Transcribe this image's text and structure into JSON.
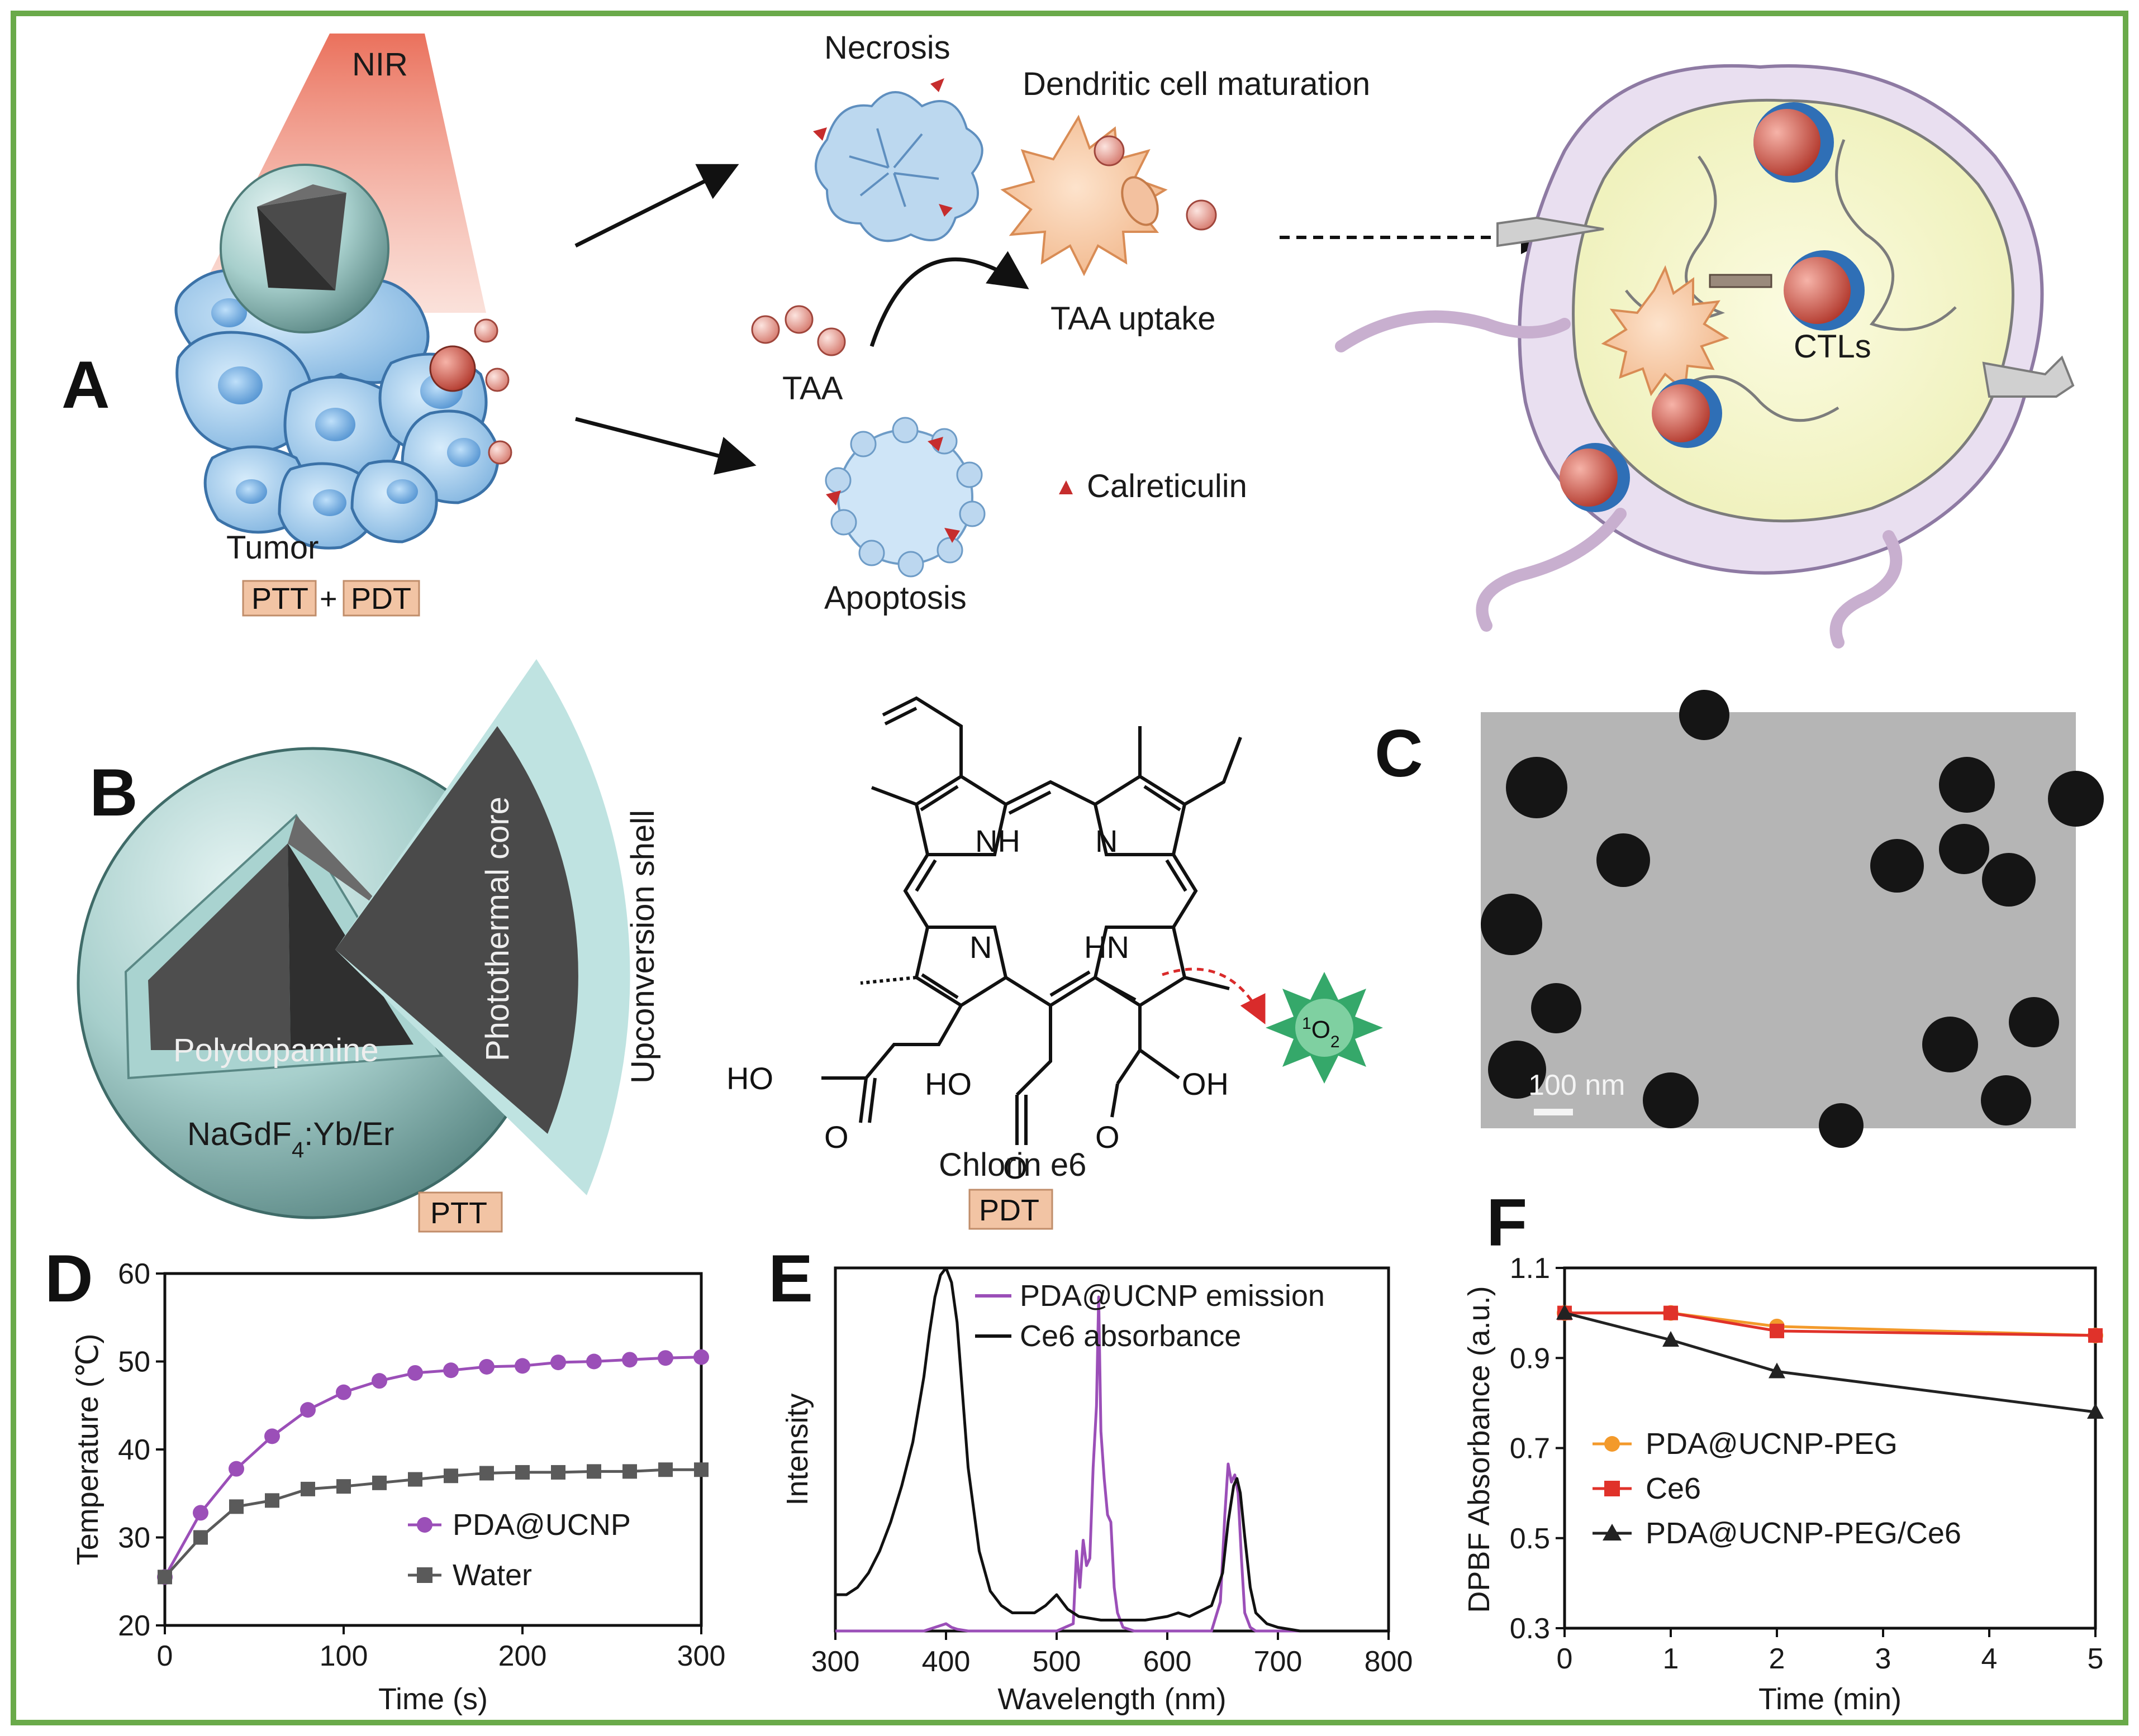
{
  "panels": {
    "A": {
      "letter": "A",
      "nir": "NIR",
      "tumor": "Tumor",
      "ptt": "PTT",
      "plus": "+",
      "pdt": "PDT",
      "necrosis": "Necrosis",
      "dc_maturation": "Dendritic cell maturation",
      "taa": "TAA",
      "taa_uptake": "TAA uptake",
      "calreticulin": "Calreticulin",
      "apoptosis": "Apoptosis",
      "ctls": "CTLs"
    },
    "B": {
      "letter": "B",
      "polydopamine": "Polydopamine",
      "nagdf4": "NaGdF",
      "nagdf4_sub": "4",
      "nagdf4_rest": ":Yb/Er",
      "photothermal_core": "Photothermal core",
      "upconversion_shell": "Upconversion shell",
      "ptt": "PTT",
      "nh1": "NH",
      "n1": "N",
      "n2": "N",
      "hn": "HN",
      "ho1": "HO",
      "ho2": "HO",
      "oh": "OH",
      "o1": "O",
      "o2": "O",
      "o3": "O",
      "singlet_o2_sup": "1",
      "singlet_o2": "O",
      "singlet_o2_sub": "2",
      "chlorin": "Chlorin e6",
      "pdt": "PDT"
    },
    "C": {
      "letter": "C",
      "scale": "100 nm"
    },
    "D": {
      "letter": "D",
      "xlabel": "Time (s)",
      "ylabel": "Temperature (℃)",
      "legend": [
        "PDA@UCNP",
        "Water"
      ]
    },
    "E": {
      "letter": "E",
      "xlabel": "Wavelength (nm)",
      "ylabel": "Intensity",
      "legend": [
        "PDA@UCNP emission",
        "Ce6 absorbance"
      ]
    },
    "F": {
      "letter": "F",
      "xlabel": "Time (min)",
      "ylabel": "DPBF Absorbance (a.u.)",
      "legend": [
        "PDA@UCNP-PEG",
        "Ce6",
        "PDA@UCNP-PEG/Ce6"
      ]
    }
  },
  "colors": {
    "frame": "#6aaa4a",
    "purple": "#9b4fb8",
    "gray": "#5a5a5a",
    "orange": "#f39a2b",
    "red": "#e0322a",
    "dark": "#222222"
  },
  "chart_data": [
    {
      "id": "D",
      "type": "line",
      "xlabel": "Time (s)",
      "ylabel": "Temperature (℃)",
      "xlim": [
        0,
        300
      ],
      "ylim": [
        20,
        60
      ],
      "xticks": [
        0,
        100,
        200,
        300
      ],
      "yticks": [
        20,
        30,
        40,
        50,
        60
      ],
      "legend_position": "center-right",
      "series": [
        {
          "name": "PDA@UCNP",
          "color": "#9b4fb8",
          "marker": "circle",
          "x": [
            0,
            20,
            40,
            60,
            80,
            100,
            120,
            140,
            160,
            180,
            200,
            220,
            240,
            260,
            280,
            300
          ],
          "y": [
            25.5,
            32.8,
            37.8,
            41.5,
            44.5,
            46.5,
            47.8,
            48.7,
            49.0,
            49.4,
            49.5,
            49.9,
            50.0,
            50.2,
            50.4,
            50.5
          ]
        },
        {
          "name": "Water",
          "color": "#5a5a5a",
          "marker": "square",
          "x": [
            0,
            20,
            40,
            60,
            80,
            100,
            120,
            140,
            160,
            180,
            200,
            220,
            240,
            260,
            280,
            300
          ],
          "y": [
            25.5,
            30.0,
            33.5,
            34.2,
            35.5,
            35.8,
            36.2,
            36.6,
            37.0,
            37.3,
            37.4,
            37.4,
            37.5,
            37.5,
            37.7,
            37.7
          ]
        }
      ]
    },
    {
      "id": "E",
      "type": "line",
      "xlabel": "Wavelength (nm)",
      "ylabel": "Intensity",
      "xlim": [
        300,
        800
      ],
      "ylim": [
        0,
        1
      ],
      "xticks": [
        300,
        400,
        500,
        600,
        700,
        800
      ],
      "legend_position": "top-right",
      "series": [
        {
          "name": "PDA@UCNP emission",
          "color": "#9b4fb8",
          "x": [
            300,
            380,
            390,
            400,
            405,
            410,
            420,
            500,
            515,
            518,
            521,
            524,
            527,
            530,
            533,
            536,
            538,
            540,
            543,
            546,
            549,
            552,
            555,
            560,
            570,
            640,
            648,
            652,
            655,
            658,
            661,
            664,
            667,
            670,
            675,
            680,
            700,
            800
          ],
          "y": [
            0.0,
            0.0,
            0.01,
            0.02,
            0.01,
            0.005,
            0.0,
            0.0,
            0.02,
            0.22,
            0.12,
            0.25,
            0.18,
            0.2,
            0.45,
            0.62,
            0.92,
            0.55,
            0.42,
            0.32,
            0.3,
            0.12,
            0.05,
            0.01,
            0.0,
            0.0,
            0.08,
            0.32,
            0.46,
            0.41,
            0.43,
            0.38,
            0.2,
            0.05,
            0.01,
            0.0,
            0.0,
            0.0
          ]
        },
        {
          "name": "Ce6 absorbance",
          "color": "#111111",
          "x": [
            300,
            310,
            320,
            330,
            340,
            350,
            360,
            370,
            380,
            385,
            390,
            395,
            400,
            405,
            410,
            415,
            420,
            430,
            440,
            450,
            460,
            480,
            490,
            500,
            510,
            520,
            540,
            560,
            580,
            600,
            610,
            620,
            640,
            650,
            655,
            660,
            663,
            666,
            670,
            675,
            680,
            690,
            700,
            720,
            760,
            800
          ],
          "y": [
            0.1,
            0.1,
            0.12,
            0.16,
            0.22,
            0.3,
            0.4,
            0.52,
            0.7,
            0.82,
            0.92,
            0.98,
            1.0,
            0.96,
            0.85,
            0.65,
            0.45,
            0.22,
            0.11,
            0.07,
            0.05,
            0.05,
            0.07,
            0.1,
            0.06,
            0.04,
            0.03,
            0.03,
            0.03,
            0.04,
            0.05,
            0.04,
            0.07,
            0.16,
            0.3,
            0.4,
            0.42,
            0.38,
            0.26,
            0.12,
            0.05,
            0.02,
            0.01,
            0.0,
            0.0,
            0.0
          ]
        }
      ]
    },
    {
      "id": "F",
      "type": "line",
      "xlabel": "Time (min)",
      "ylabel": "DPBF Absorbance (a.u.)",
      "xlim": [
        0,
        5
      ],
      "ylim": [
        0.3,
        1.1
      ],
      "xticks": [
        0,
        1,
        2,
        3,
        4,
        5
      ],
      "yticks": [
        0.3,
        0.5,
        0.7,
        0.9,
        1.1
      ],
      "legend_position": "bottom-left",
      "series": [
        {
          "name": "PDA@UCNP-PEG",
          "color": "#f39a2b",
          "marker": "circle",
          "x": [
            0,
            1,
            2,
            5
          ],
          "y": [
            1.0,
            1.0,
            0.97,
            0.95
          ]
        },
        {
          "name": "Ce6",
          "color": "#e0322a",
          "marker": "square",
          "x": [
            0,
            1,
            2,
            5
          ],
          "y": [
            1.0,
            1.0,
            0.96,
            0.95
          ]
        },
        {
          "name": "PDA@UCNP-PEG/Ce6",
          "color": "#222222",
          "marker": "triangle",
          "x": [
            0,
            1,
            2,
            5
          ],
          "y": [
            1.0,
            0.94,
            0.87,
            0.78
          ]
        }
      ]
    }
  ]
}
